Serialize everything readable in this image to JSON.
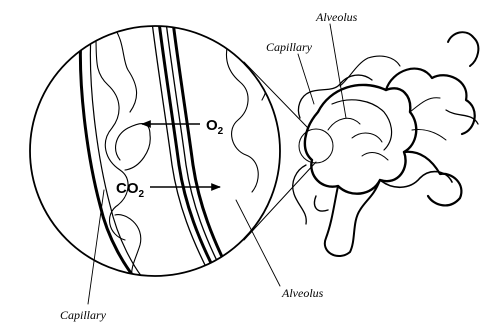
{
  "labels": {
    "alveolus_top": "Alveolus",
    "capillary_top": "Capillary",
    "alveolus_bottom": "Alveolus",
    "capillary_bottom": "Capillary"
  },
  "gases": {
    "oxygen": {
      "symbol": "O",
      "subscript": "2"
    },
    "carbon_dioxide": {
      "symbol": "CO",
      "subscript": "2"
    }
  },
  "colors": {
    "ink": "#000000",
    "background": "#ffffff"
  }
}
